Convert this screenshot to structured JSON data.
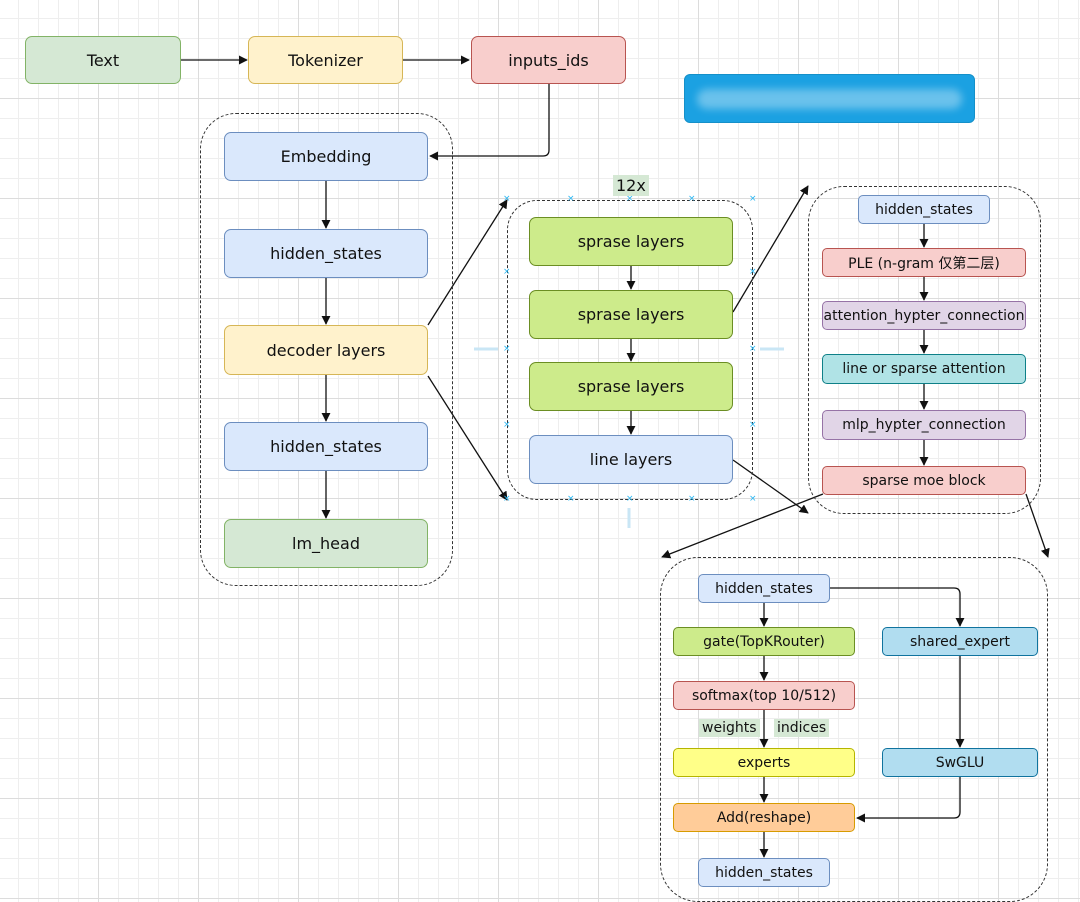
{
  "colors": {
    "green": "#d5e8d4",
    "green_border": "#82b366",
    "yellow": "#fff2cc",
    "yellow_border": "#d6b656",
    "red": "#f8cecc",
    "red_border": "#b85450",
    "blue": "#dae8fc",
    "blue_border": "#6c8ebf",
    "lime": "#cdeb8b",
    "lime_border": "#6b8e23",
    "purple": "#e1d5e7",
    "purple_border": "#9673a6",
    "cyan": "#b0e3e6",
    "cyan_border": "#0e8088",
    "skyblue": "#b1ddf0",
    "skyblue_border": "#10739e",
    "brightyellow": "#ffff88",
    "brightyellow_border": "#b5b500",
    "orange": "#ffcc99",
    "orange_border": "#d79b00",
    "banner": "#1ba1e2"
  },
  "pipeline": {
    "text": "Text",
    "tokenizer": "Tokenizer",
    "inputs_ids": "inputs_ids"
  },
  "model": {
    "embedding": "Embedding",
    "hidden_states_1": "hidden_states",
    "decoder_layers": "decoder layers",
    "hidden_states_2": "hidden_states",
    "lm_head": "lm_head"
  },
  "decoder_stack": {
    "repeat_label": "12x",
    "layer_1": "sprase layers",
    "layer_2": "sprase layers",
    "layer_3": "sprase layers",
    "layer_4": "line layers"
  },
  "sparse_layer": {
    "hidden_states": "hidden_states",
    "ple": "PLE (n-gram 仅第二层)",
    "attention_connection": "attention_hypter_connection",
    "attention": "line or sparse attention",
    "mlp_connection": "mlp_hypter_connection",
    "moe_block": "sparse moe block"
  },
  "moe": {
    "hidden_states_in": "hidden_states",
    "gate": "gate(TopKRouter)",
    "softmax": "softmax(top 10/512)",
    "weights_label": "weights",
    "indices_label": "indices",
    "experts": "experts",
    "shared_expert": "shared_expert",
    "swiglu": "SwGLU",
    "add": "Add(reshape)",
    "hidden_states_out": "hidden_states"
  }
}
